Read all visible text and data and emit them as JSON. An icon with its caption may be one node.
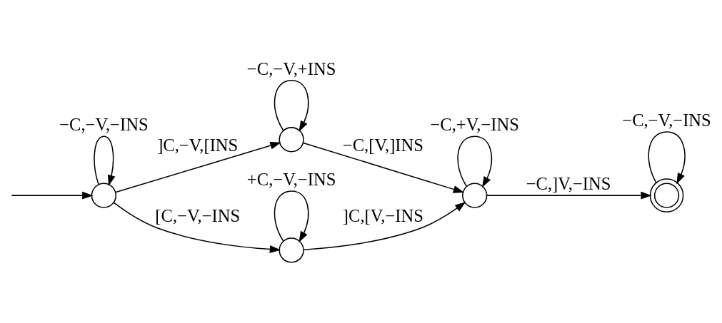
{
  "diagram": {
    "nodes": [
      {
        "text": [],
        "shape": "circle"
      },
      {
        "text": [],
        "shape": "circle"
      },
      {
        "text": [],
        "shape": "circle"
      },
      {
        "text": [],
        "shape": "circle"
      },
      {
        "text": [],
        "shape": "doublecircle"
      }
    ],
    "edges": [
      {
        "from": 0,
        "to": 0,
        "arrow": "to",
        "label": "−C,−V,+INS"
      },
      {
        "from": 1,
        "to": 0,
        "arrow": "to",
        "label": "]C,−V,[INS"
      },
      {
        "from": 0,
        "to": 3,
        "arrow": "to",
        "label": "−C,[V,]INS"
      },
      {
        "from": null,
        "to": 1,
        "arrow": "to"
      },
      {
        "from": 1,
        "to": 1,
        "arrow": "to",
        "label": "−C,−V,−INS"
      },
      {
        "from": 1,
        "to": 2,
        "arrow": "to",
        "label": "[C,−V,−INS"
      },
      {
        "from": 2,
        "to": 3,
        "arrow": "to",
        "label": "]C,[V,−INS"
      },
      {
        "from": 2,
        "to": 2,
        "arrow": "to",
        "label": "+C,−V,−INS"
      },
      {
        "from": 3,
        "to": 4,
        "arrow": "to",
        "label": "−C,]V,−INS"
      },
      {
        "from": 3,
        "to": 3,
        "arrow": "to",
        "label": "−C,+V,−INS"
      },
      {
        "from": 4,
        "to": 4,
        "arrow": "to",
        "label": "−C,−V,−INS"
      }
    ]
  }
}
